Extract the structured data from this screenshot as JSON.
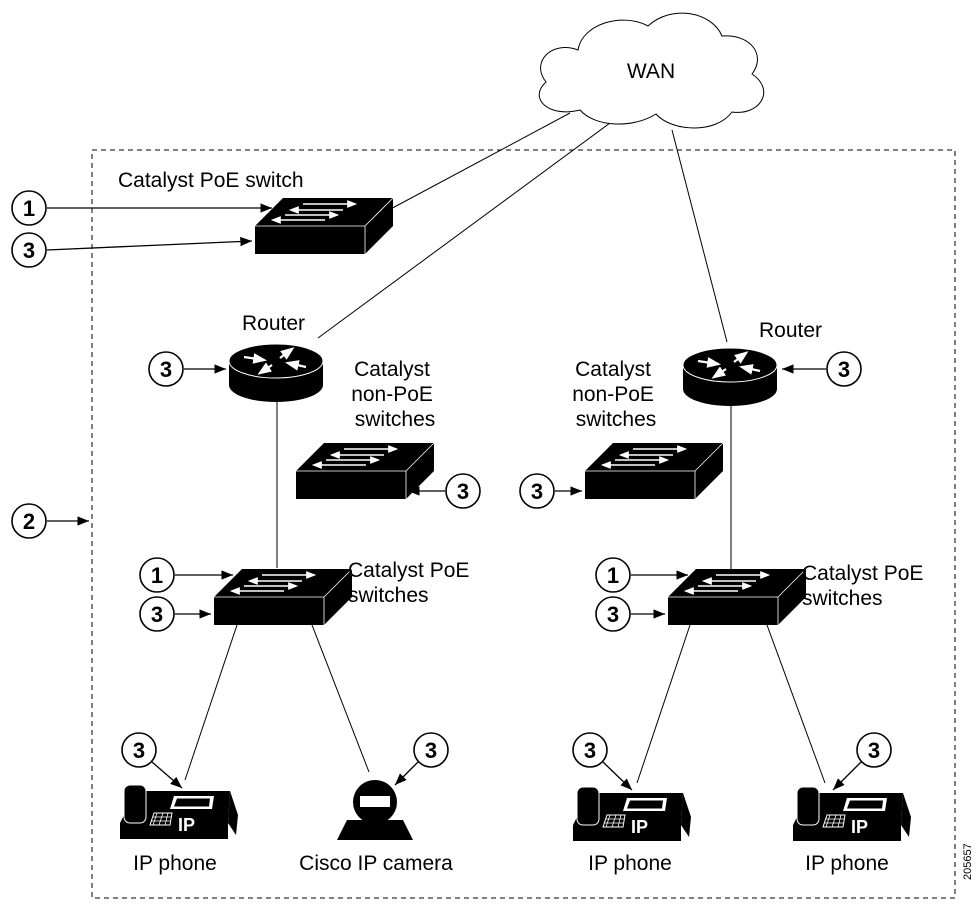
{
  "wan": {
    "label": "WAN"
  },
  "top_switch": {
    "label": "Catalyst PoE switch"
  },
  "left_site": {
    "router_label": "Router",
    "nonpoe_label": [
      "Catalyst",
      "non-PoE",
      "switches"
    ],
    "poe_label": [
      "Catalyst PoE",
      "switches"
    ],
    "phone_label": "IP phone",
    "camera_label": "Cisco IP camera"
  },
  "right_site": {
    "router_label": "Router",
    "nonpoe_label": [
      "Catalyst",
      "non-PoE",
      "switches"
    ],
    "poe_label": [
      "Catalyst PoE",
      "switches"
    ],
    "phone1_label": "IP phone",
    "phone2_label": "IP phone"
  },
  "callouts": {
    "one": "1",
    "two": "2",
    "three": "3"
  },
  "figure_id": "205657"
}
